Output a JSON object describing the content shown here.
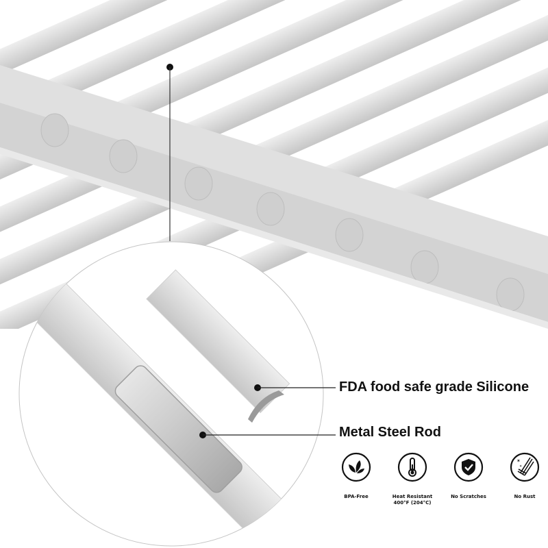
{
  "callouts": {
    "silicone": "FDA food safe grade Silicone",
    "rod": "Metal Steel Rod"
  },
  "features": [
    {
      "icon": "leaf-icon",
      "label": "BPA-Free",
      "sublabel": ""
    },
    {
      "icon": "thermometer-icon",
      "label": "Heat Resistant",
      "sublabel": "400°F (204°C)"
    },
    {
      "icon": "shield-check-icon",
      "label": "No Scratches",
      "sublabel": ""
    },
    {
      "icon": "no-rust-icon",
      "label": "No Rust",
      "sublabel": ""
    }
  ],
  "colors": {
    "silicone": "#d9d9d9",
    "silicone_shadow": "#c4c4c4",
    "metal": "#bfbfbf",
    "line": "#222222",
    "circle": "#bdbdbd"
  }
}
